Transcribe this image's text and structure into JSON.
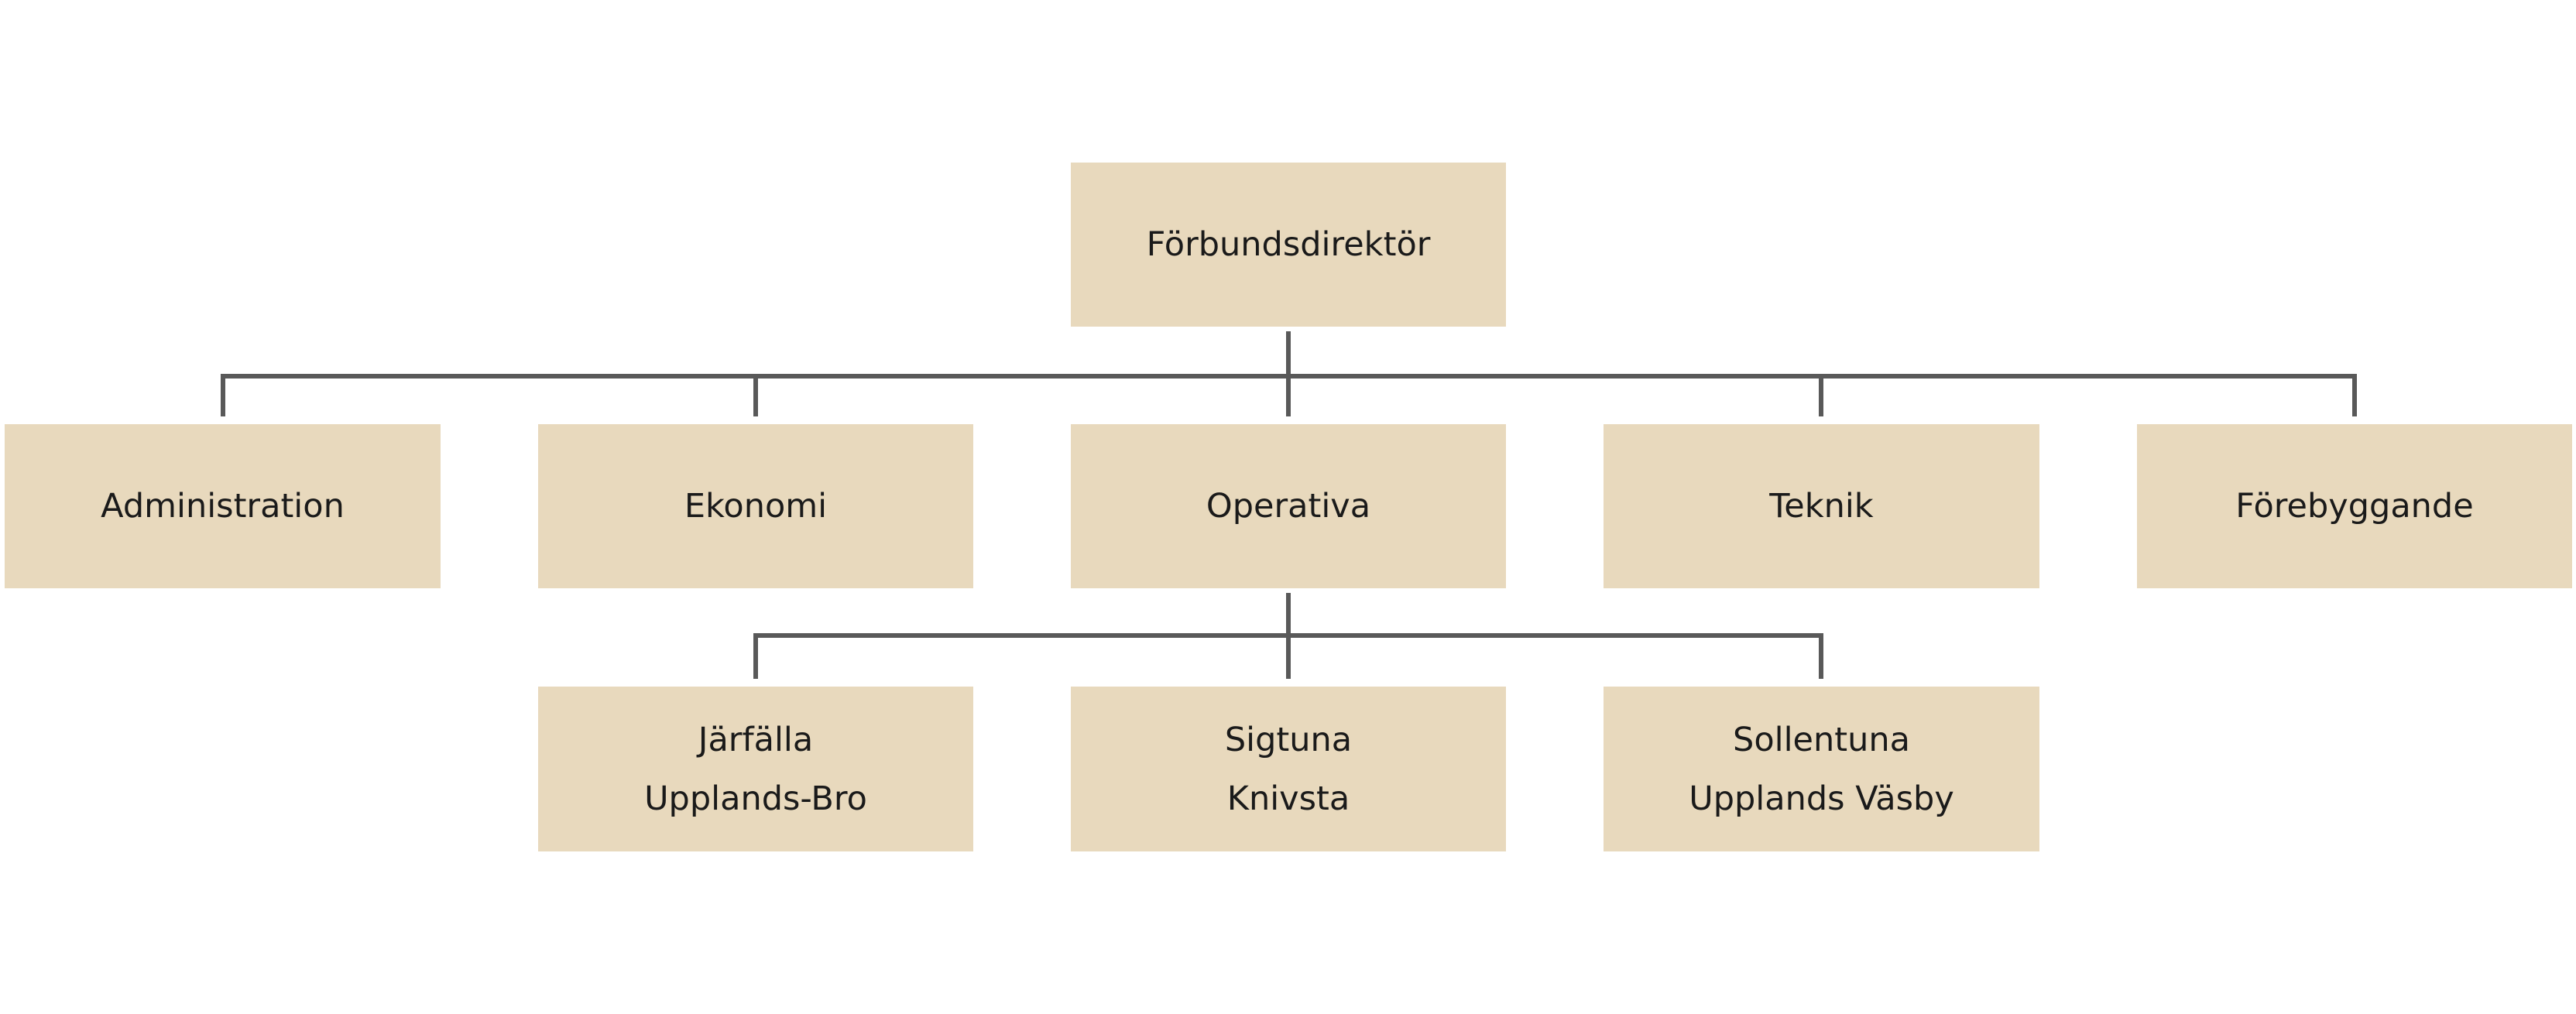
{
  "diagram": {
    "type": "org-chart",
    "colors": {
      "box_fill": "#e8d9bd",
      "connector": "#595959",
      "text": "#1a1a1a",
      "background": "#ffffff"
    },
    "root": {
      "lines": [
        "Förbundsdirektör"
      ]
    },
    "departments": [
      {
        "lines": [
          "Administration"
        ]
      },
      {
        "lines": [
          "Ekonomi"
        ]
      },
      {
        "lines": [
          "Operativa"
        ]
      },
      {
        "lines": [
          "Teknik"
        ]
      },
      {
        "lines": [
          "Förebyggande"
        ]
      }
    ],
    "operativa_units": [
      {
        "lines": [
          "Järfälla",
          "Upplands-Bro"
        ]
      },
      {
        "lines": [
          "Sigtuna",
          "Knivsta"
        ]
      },
      {
        "lines": [
          "Sollentuna",
          "Upplands Väsby"
        ]
      }
    ]
  }
}
